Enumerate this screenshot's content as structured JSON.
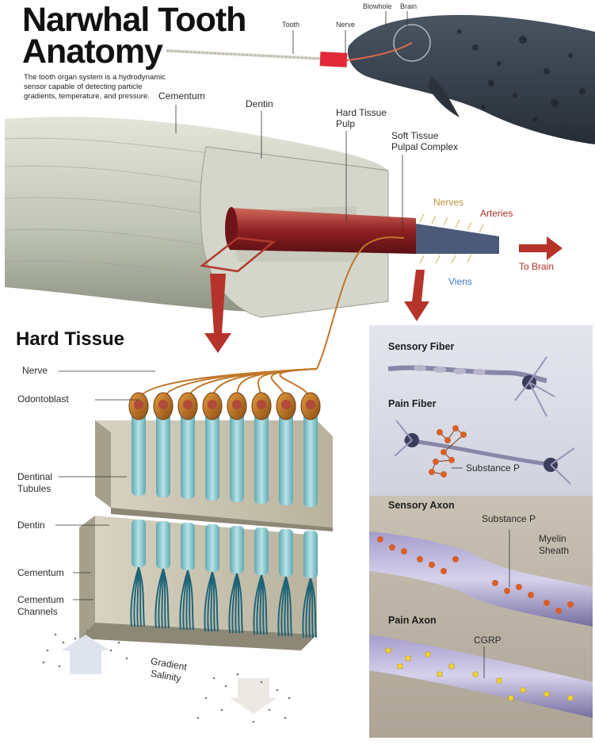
{
  "title_line1": "Narwhal Tooth",
  "title_line2": "Anatomy",
  "intro": "The tooth organ system is a hydrodynamic sensor capable of detecting particle gradients, temperature, and pressure.",
  "whale_labels": {
    "tooth": "Tooth",
    "nerve": "Nerve",
    "blowhole": "Blowhole",
    "brain": "Brain"
  },
  "tusk_labels": {
    "cementum": "Cementum",
    "dentin": "Dentin",
    "hard_tissue_pulp": [
      "Hard Tissue",
      "Pulp"
    ],
    "soft_tissue": [
      "Soft Tissue",
      "Pulpal Complex"
    ],
    "nerves": "Nerves",
    "arteries": "Arteries",
    "viens": "Viens",
    "to_brain": "To Brain"
  },
  "hard_tissue": {
    "heading": "Hard Tissue",
    "labels": {
      "nerve": "Nerve",
      "odontoblast": "Odontoblast",
      "dentinal_tubules": [
        "Dentinal",
        "Tubules"
      ],
      "dentin": "Dentin",
      "cementum": "Cementum",
      "cementum_channels": [
        "Cementum",
        "Channels"
      ],
      "gradient_salinity": [
        "Gradient",
        "Salinity"
      ]
    }
  },
  "panels": {
    "sensory_fiber": "Sensory Fiber",
    "pain_fiber": "Pain Fiber",
    "substance_p_1": "Substance P",
    "sensory_axon": "Sensory Axon",
    "substance_p_2": "Substance P",
    "myelin_sheath": [
      "Myelin",
      "Sheath"
    ],
    "pain_axon": "Pain Axon",
    "cgrp": "CGRP"
  },
  "colors": {
    "tusk": "#cfd2c4",
    "pulp": "#9b2a2a",
    "arrow": "#b5332a",
    "nerve_line": "#c0772a",
    "tubule": "#8ec9d0",
    "panel_bg_top": "#dcdfe8",
    "panel_bg_bottom": "#bfb5a6",
    "axon": "#8f86b4",
    "substance_p": "#d6602a",
    "cgrp": "#f2d23a"
  }
}
